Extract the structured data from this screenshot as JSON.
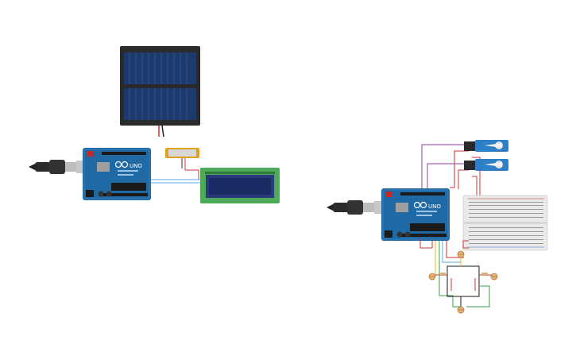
{
  "left_circuit": {
    "arduino": {
      "brand": "UNO",
      "logo": "arduino-logo"
    },
    "components": [
      "solar-panel",
      "usb-cable",
      "arduino-uno",
      "current-sensor",
      "lcd-16x2"
    ]
  },
  "right_circuit": {
    "arduino": {
      "brand": "UNO",
      "logo": "arduino-logo"
    },
    "components": [
      "usb-cable",
      "arduino-uno",
      "servo-top",
      "servo-bottom",
      "breadboard",
      "ldr-top",
      "ldr-left",
      "ldr-right",
      "ldr-bottom"
    ]
  },
  "colors": {
    "arduino_blue": "#1f6aa5",
    "lcd_green": "#4caa58",
    "lcd_screen": "#1b2a63",
    "solar_cell": "#1d3a6e",
    "servo_blue": "#2f7fc8",
    "breadboard": "#e9e9e9",
    "wire_purple": "#8b3f9a",
    "wire_red": "#d23030",
    "wire_green": "#3aa04a",
    "wire_yellow": "#e0c020",
    "wire_blue": "#5aa9e6"
  }
}
